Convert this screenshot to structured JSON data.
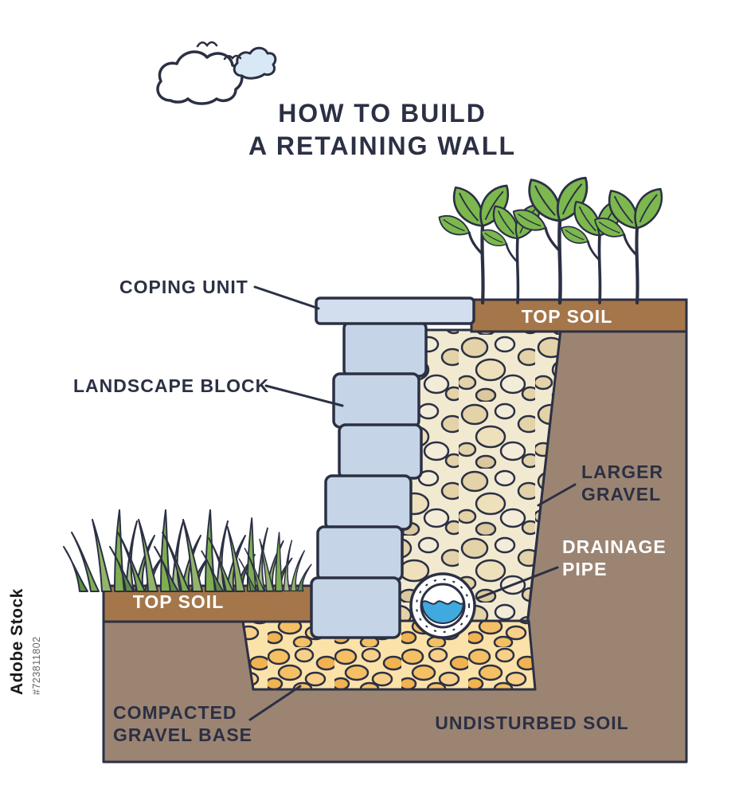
{
  "watermark": {
    "brand": "Adobe Stock",
    "asset_id": "#723811802"
  },
  "title": {
    "line1": "HOW TO BUILD",
    "line2": "A RETAINING WALL"
  },
  "labels": {
    "coping_unit": "COPING UNIT",
    "landscape_block": "LANDSCAPE BLOCK",
    "top_soil_right": "TOP SOIL",
    "top_soil_left": "TOP SOIL",
    "larger_gravel": {
      "line1": "LARGER",
      "line2": "GRAVEL"
    },
    "drainage_pipe": {
      "line1": "DRAINAGE",
      "line2": "PIPE"
    },
    "compacted_gravel_base": {
      "line1": "COMPACTED",
      "line2": "GRAVEL BASE"
    },
    "undisturbed_soil": "UNDISTURBED SOIL"
  },
  "colors": {
    "outline": "#2b3044",
    "title_text": "#2b3044",
    "block_fill": "#c5d4e6",
    "coping_fill": "#d2deed",
    "undisturbed_soil": "#9c8473",
    "topsoil_band": "#a5764a",
    "gravel_bg": "#f1ead1",
    "gravel_stone": "#e4d2a8",
    "base_gravel_bg": "#fbe2a9",
    "base_gravel_stone": "#f5bf63",
    "pipe_water": "#3fa9e0",
    "leaf_green": "#7cb84e",
    "grass_green": "#7fae52",
    "cloud_blue": "#d9e8f5",
    "label_white": "#ffffff"
  }
}
